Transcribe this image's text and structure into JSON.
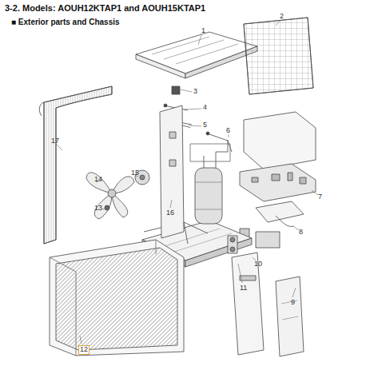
{
  "diagram": {
    "title": "3-2. Models: AOUH12KTAP1 and AOUH15KTAP1",
    "labels": [
      "■ Exterior parts and Chassis",
      "1",
      "2",
      "3",
      "4",
      "5",
      "6",
      "7",
      "8",
      "9",
      "10",
      "11",
      "12",
      "13",
      "14",
      "15",
      "16",
      "17"
    ]
  }
}
